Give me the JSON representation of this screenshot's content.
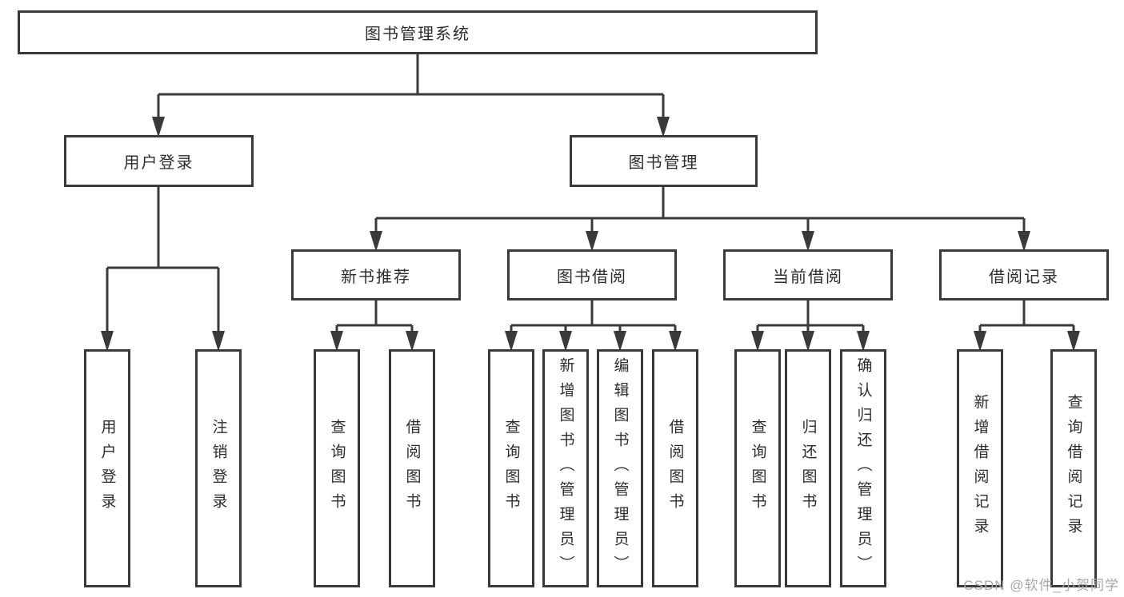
{
  "diagram": {
    "title": "图书管理系统",
    "level2": {
      "user_login": "用户登录",
      "book_management": "图书管理"
    },
    "level3": {
      "new_book_recommend": "新书推荐",
      "book_borrow": "图书借阅",
      "current_borrow": "当前借阅",
      "borrow_record": "借阅记录"
    },
    "leaves": {
      "user_login": [
        "用户登录",
        "注销登录"
      ],
      "new_book_recommend": [
        "查询图书",
        "借阅图书"
      ],
      "book_borrow": [
        "查询图书",
        "新增图书（管理员）",
        "编辑图书（管理员）",
        "借阅图书"
      ],
      "current_borrow": [
        "查询图书",
        "归还图书",
        "确认归还（管理员）"
      ],
      "borrow_record": [
        "新增借阅记录",
        "查询借阅记录"
      ]
    },
    "line_color": "#3a3a3a"
  },
  "watermark": "CSDN @软件_小贺同学"
}
